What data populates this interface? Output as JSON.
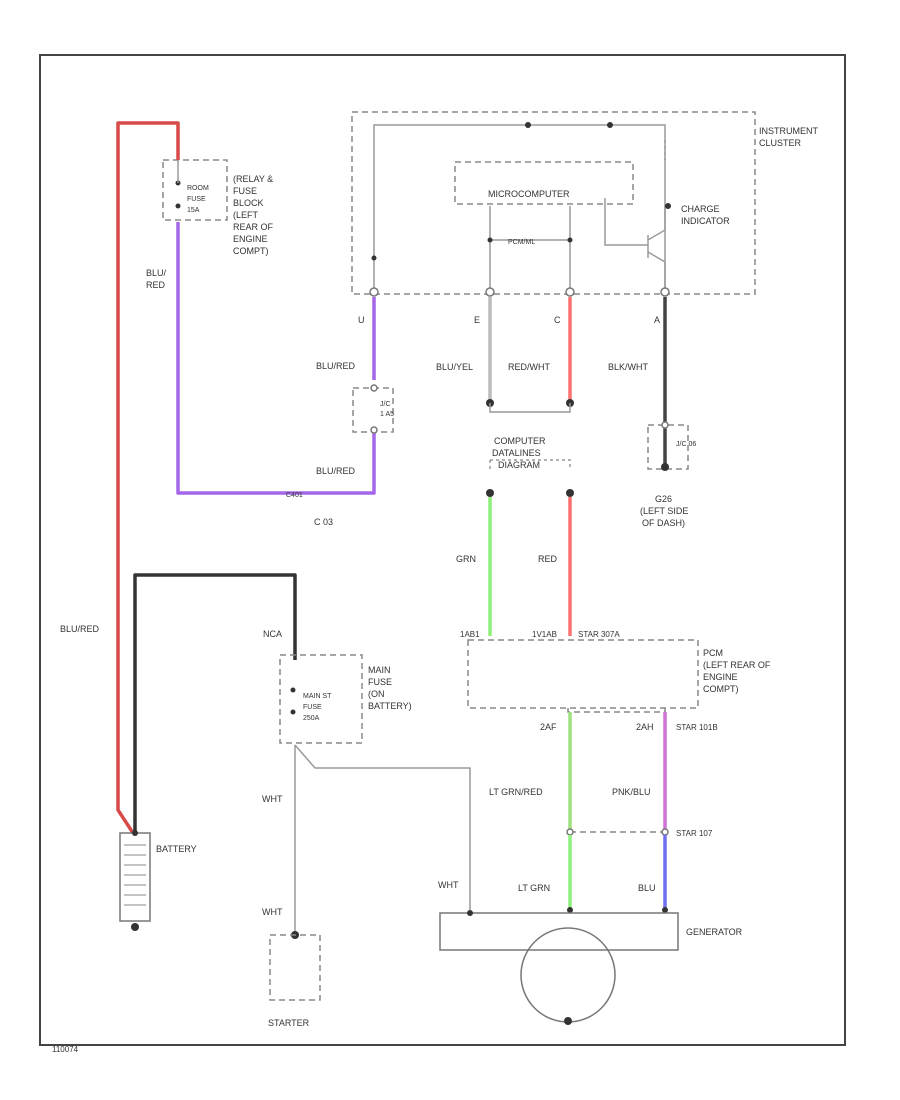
{
  "colors": {
    "blu_red": "#a366e8",
    "red_section": "#d84a4a",
    "red": "#ff7070",
    "grn": "#8ef07a",
    "lt_grn_red": "#9ee080",
    "pnk_blu": "#d070d8",
    "blu": "#6f6ff0",
    "blk": "#333333",
    "wht": "#dddddd",
    "frame": "#444444"
  },
  "labels": {
    "instrument_cluster": [
      "INSTRUMENT",
      "CLUSTER"
    ],
    "microcomputer": "MICROCOMPUTER",
    "charge_indicator": [
      "CHARGE",
      "INDICATOR"
    ],
    "pin_u": "U",
    "pin_e": "E",
    "pin_c": "C",
    "pin_a": "A",
    "relay_fuse_block": [
      "(RELAY &",
      "FUSE",
      "BLOCK",
      "(LEFT",
      "REAR OF",
      "ENGINE",
      "COMPT)"
    ],
    "room_fuse": [
      "ROOM",
      "FUSE",
      "15A"
    ],
    "blu_red_vertical": [
      "BLU/",
      "RED"
    ],
    "blured_1": "BLU/RED",
    "blured_2": "BLU/RED",
    "jc_1": [
      "J/C",
      "1 A5"
    ],
    "c_ref": "C 03",
    "blu_yel": "BLU/YEL",
    "red_wht": "RED/WHT",
    "blk_wht": "BLK/WHT",
    "jc_2": "J/C 06",
    "ground_g": [
      "G26",
      "(LEFT SIDE",
      "OF DASH)"
    ],
    "comp_data_line": [
      "COMPUTER",
      "DATALINES",
      "DIAGRAM"
    ],
    "grn": "GRN",
    "red": "RED",
    "blured_left": "BLU/RED",
    "nca": "NCA",
    "main_fuse": [
      "MAIN",
      "FUSE",
      "(ON",
      "BATTERY)"
    ],
    "main_st_fuse": [
      "MAIN ST",
      "FUSE",
      "250A"
    ],
    "pcm_left": "1AB1",
    "pcm_mid": "1V1AB",
    "pcm_right": "STAR 307A",
    "pcm": [
      "PCM",
      "(LEFT REAR OF",
      "ENGINE",
      "COMPT)"
    ],
    "pin_2af": "2AF",
    "pin_2ah": "2AH",
    "star_ref": "STAR 101B",
    "lt_grn_red": "LT GRN/RED",
    "pnk_blu": "PNK/BLU",
    "star_107": "STAR 107",
    "battery": "BATTERY",
    "wht_1": "WHT",
    "wht_2": "WHT",
    "wht_3": "WHT",
    "lt_grn": "LT GRN",
    "blu": "BLU",
    "generator": "GENERATOR",
    "starter": "STARTER",
    "footer": "110074"
  }
}
